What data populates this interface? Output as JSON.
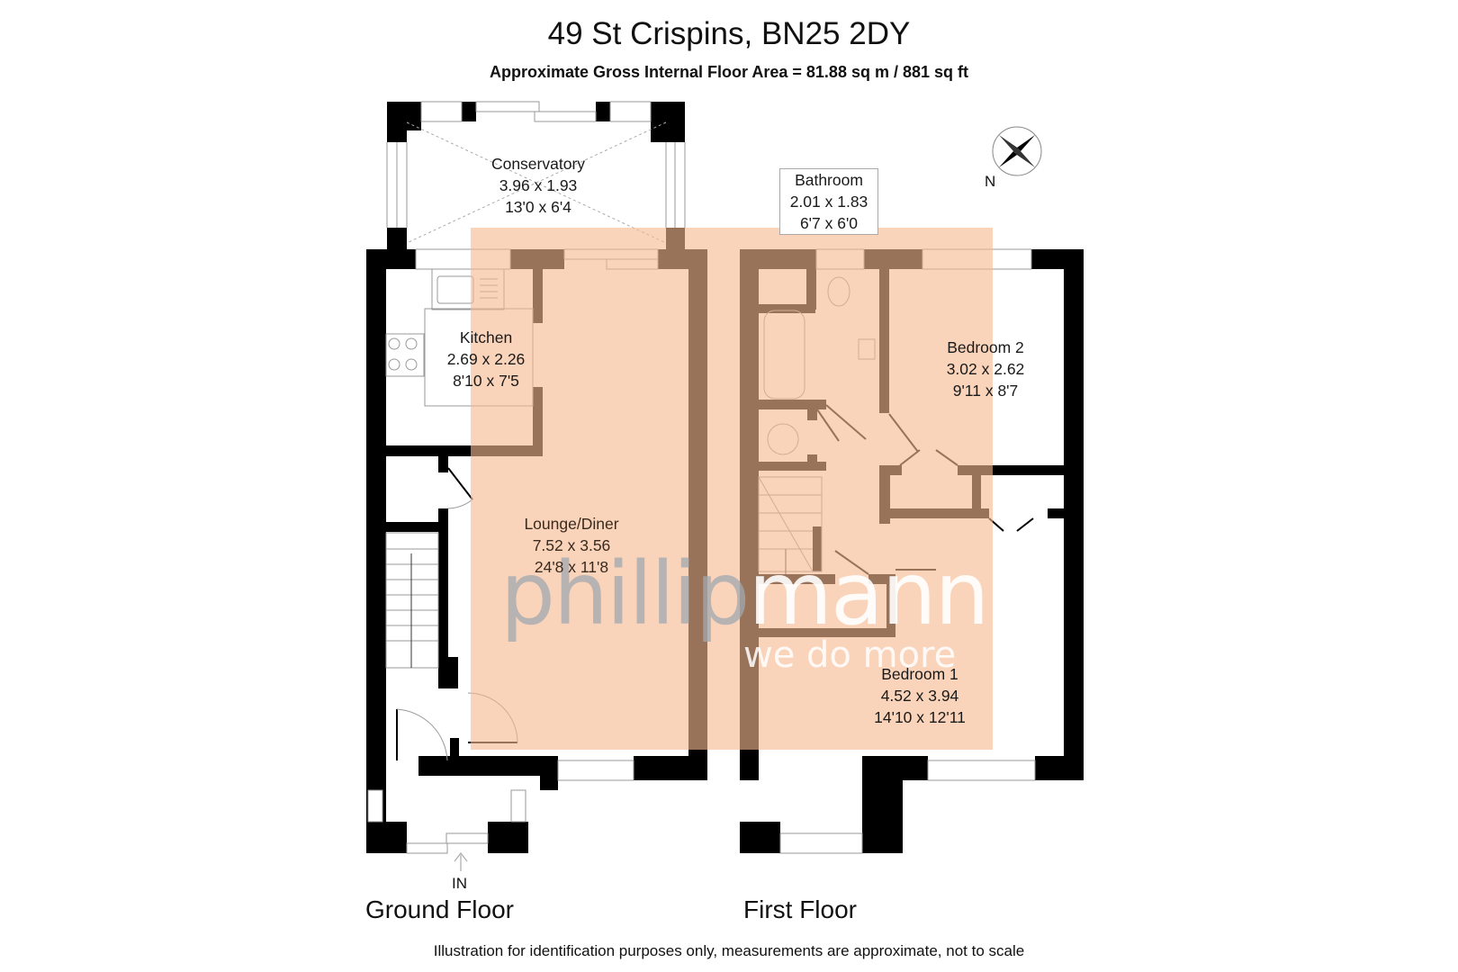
{
  "header": {
    "title": "49 St Crispins, BN25 2DY",
    "subtitle": "Approximate Gross Internal Floor Area = 81.88 sq m / 881 sq ft"
  },
  "colors": {
    "wall": "#000000",
    "highlight_overlay": "#f9c9a6",
    "watermark_grey": "#b9bec3",
    "watermark_white": "#ffffff"
  },
  "compass": {
    "label": "N",
    "icon": "compass-rose-icon"
  },
  "ground_floor": {
    "label": "Ground Floor",
    "entrance_label": "IN",
    "rooms": [
      {
        "name": "Conservatory",
        "metric": "3.96 x 1.93",
        "imperial": "13'0 x 6'4"
      },
      {
        "name": "Kitchen",
        "metric": "2.69 x 2.26",
        "imperial": "8'10 x 7'5"
      },
      {
        "name": "Lounge/Diner",
        "metric": "7.52 x 3.56",
        "imperial": "24'8 x 11'8"
      }
    ]
  },
  "first_floor": {
    "label": "First Floor",
    "rooms": [
      {
        "name": "Bathroom",
        "metric": "2.01 x 1.83",
        "imperial": "6'7 x 6'0"
      },
      {
        "name": "Bedroom 2",
        "metric": "3.02 x 2.62",
        "imperial": "9'11 x 8'7"
      },
      {
        "name": "Bedroom 1",
        "metric": "4.52 x 3.94",
        "imperial": "14'10 x 12'11"
      }
    ]
  },
  "watermark": {
    "brand_part1": "phillip",
    "brand_part2": "mann",
    "tagline": "we do more"
  },
  "footer": {
    "disclaimer": "Illustration for identification purposes only, measurements are approximate, not to scale"
  }
}
